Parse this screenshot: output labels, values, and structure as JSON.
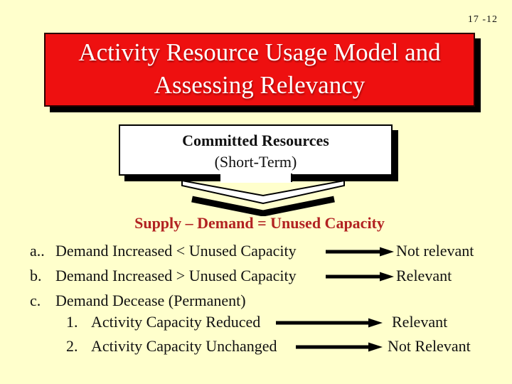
{
  "slide": {
    "page_number": "17 -12",
    "background_color": "#FFFFCC"
  },
  "title": {
    "line1": "Activity Resource Usage Model and",
    "line2": "Assessing Relevancy",
    "bg_color": "#EE1010",
    "border_color": "#2B0000",
    "text_color": "#FFFFFF",
    "shadow_color": "#000000"
  },
  "committed_box": {
    "line1": "Committed Resources",
    "line2": "(Short-Term)",
    "bg_color": "#FFFFFF",
    "shadow_color": "#000000"
  },
  "body": {
    "heading": "Supply – Demand = Unused Capacity",
    "heading_color": "#B22222",
    "items": [
      {
        "marker": "a..",
        "text": "Demand Increased < Unused Capacity",
        "result": "Not relevant"
      },
      {
        "marker": "b.",
        "text": "Demand Increased > Unused Capacity",
        "result": "Relevant"
      },
      {
        "marker": "c.",
        "text": "Demand Decease (Permanent)",
        "result": ""
      },
      {
        "marker": "1.",
        "text": "Activity Capacity Reduced",
        "result": "Relevant"
      },
      {
        "marker": "2.",
        "text": "Activity Capacity Unchanged",
        "result": "Not Relevant"
      }
    ]
  },
  "icons": {
    "down_arrow": "chevron-down-arrow",
    "flow_arrow": "right-arrow",
    "arrow_color": "#000000"
  }
}
